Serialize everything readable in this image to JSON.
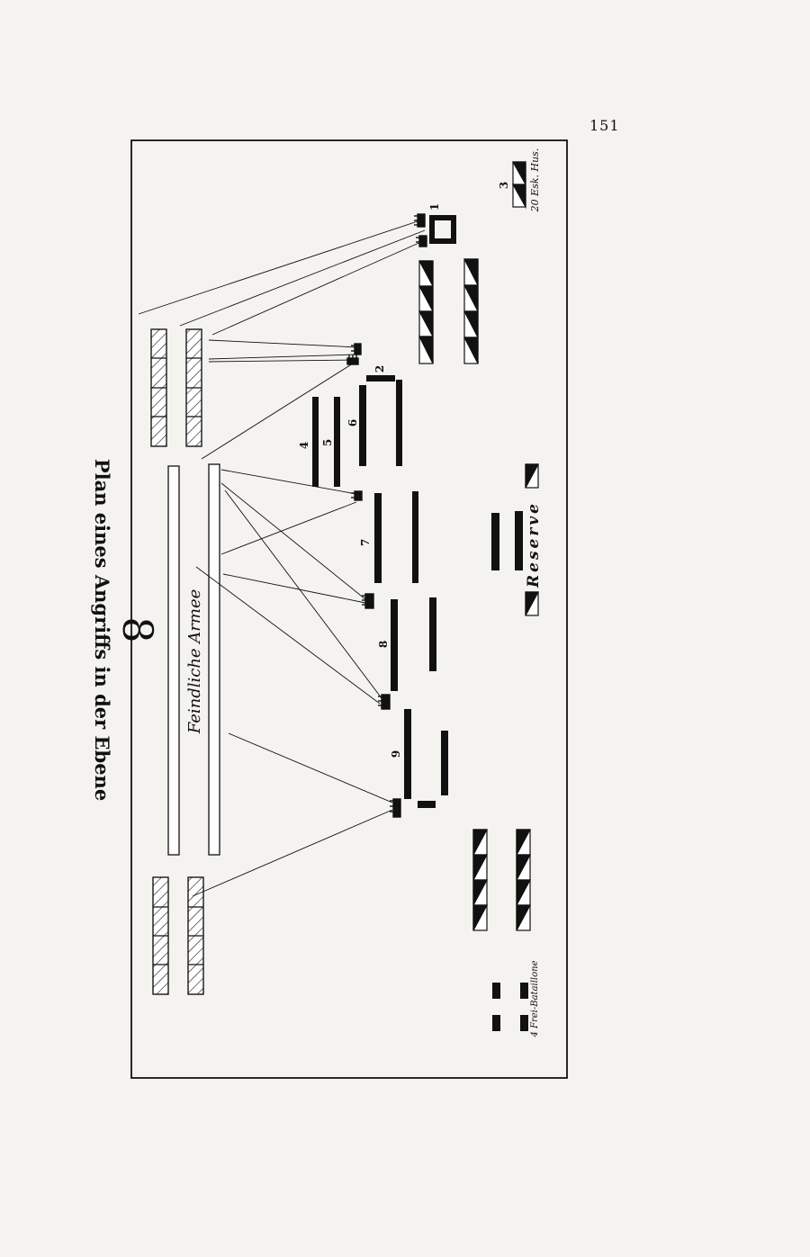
{
  "page": {
    "page_number": "151",
    "plate_number": "8",
    "title": "Plan eines Angriffs in der Ebene"
  },
  "plan": {
    "enemy_label": "Feindliche Armee",
    "reserve_label": "Reserve",
    "hussars_label": "20 Esk. Hus.",
    "free_battalions_label": "4 Frei-Bataillone",
    "unit_numbers": [
      "1",
      "2",
      "3",
      "4",
      "5",
      "6",
      "7",
      "8",
      "9"
    ]
  },
  "colors": {
    "paper": "#f4f3ef",
    "ink": "#111111"
  }
}
